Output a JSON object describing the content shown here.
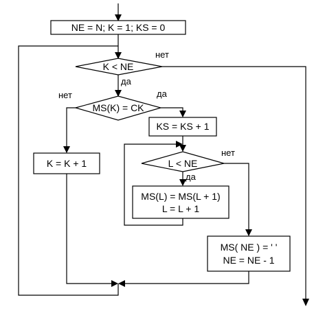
{
  "flowchart": {
    "init": "NE = N; K = 1; KS = 0",
    "cond_outer": "K < NE",
    "cond_match": "MS(K) = CK",
    "inc_k": "K = K + 1",
    "inc_ks": "KS = KS + 1",
    "cond_inner": "L < NE",
    "shift_line1": "MS(L) = MS(L + 1)",
    "shift_line2": "L = L + 1",
    "clear_line1": "MS( NE ) = ' '",
    "clear_line2": "NE = NE - 1",
    "labels": {
      "outer_no": "нет",
      "outer_yes": "да",
      "match_no": "нет",
      "match_yes": "да",
      "inner_no": "нет",
      "inner_yes": "да"
    }
  }
}
